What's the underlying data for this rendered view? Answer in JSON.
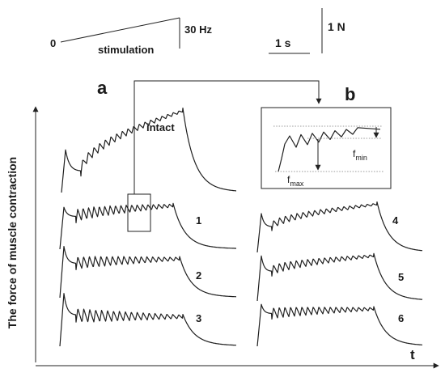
{
  "labels": {
    "stim_zero": "0",
    "stim_caption": "stimulation",
    "stim_max": "30 Hz",
    "time_scale": "1 s",
    "force_scale": "1 N",
    "panel_a": "a",
    "panel_b": "b",
    "intact": "intact",
    "y_axis": "The force of muscle contraction",
    "x_axis": "t",
    "f_min_base": "f",
    "f_min_sub": "min",
    "f_max_base": "f",
    "f_max_sub": "max"
  },
  "traces": [
    {
      "id": "intact",
      "label": "",
      "peak": 0.84,
      "early_twitch": 0.44,
      "sag": 0.22,
      "ripple": 0.1
    },
    {
      "id": "1",
      "label": "1",
      "peak": 0.56,
      "early_twitch": 0.54,
      "sag": 0.42,
      "ripple": 0.16
    },
    {
      "id": "2",
      "label": "2",
      "peak": 0.5,
      "early_twitch": 0.66,
      "sag": 0.44,
      "ripple": 0.16
    },
    {
      "id": "3",
      "label": "3",
      "peak": 0.38,
      "early_twitch": 0.68,
      "sag": 0.4,
      "ripple": 0.18
    },
    {
      "id": "4",
      "label": "4",
      "peak": 0.62,
      "early_twitch": 0.5,
      "sag": 0.33,
      "ripple": 0.1
    },
    {
      "id": "5",
      "label": "5",
      "peak": 0.58,
      "early_twitch": 0.58,
      "sag": 0.38,
      "ripple": 0.12
    },
    {
      "id": "6",
      "label": "6",
      "peak": 0.48,
      "early_twitch": 0.54,
      "sag": 0.42,
      "ripple": 0.14
    }
  ]
}
